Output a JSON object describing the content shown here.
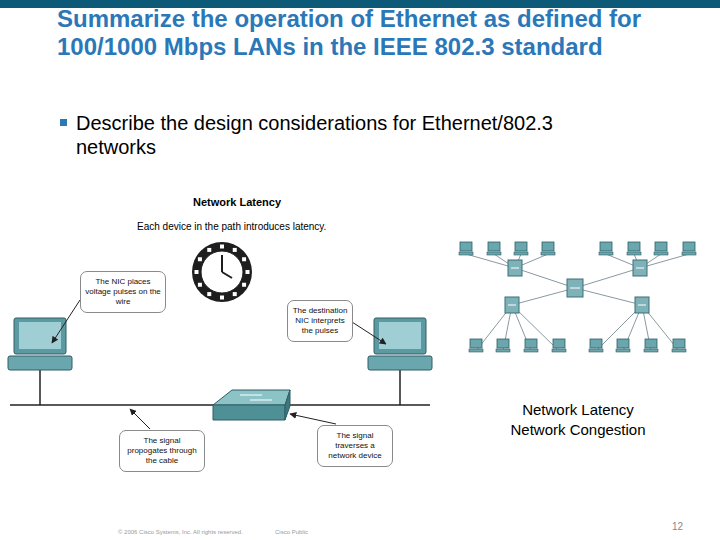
{
  "diagram": {
    "title": "Summarize the operation of Ethernet as defined for 100/1000 Mbps LANs in the IEEE 802.3 standard",
    "nodes": [
      {
        "text": [
          "The NIC places voltage pulses on the wire"
        ]
      },
      {
        "text": [
          "The destination NIC interprets the pulses"
        ]
      },
      {
        "text": [
          "The signal propogates through the cable"
        ]
      },
      {
        "text": [
          "The signal traverses a network device"
        ]
      }
    ],
    "labels": [
      "Describe the design considerations for Ethernet/802.3 networks",
      "Network Latency",
      "Each device in the path introduces latency.",
      "Network Latency",
      "Network Congestion",
      "© 2006 Cisco Systems, Inc. All rights reserved.",
      "Cisco Public",
      "12"
    ]
  }
}
